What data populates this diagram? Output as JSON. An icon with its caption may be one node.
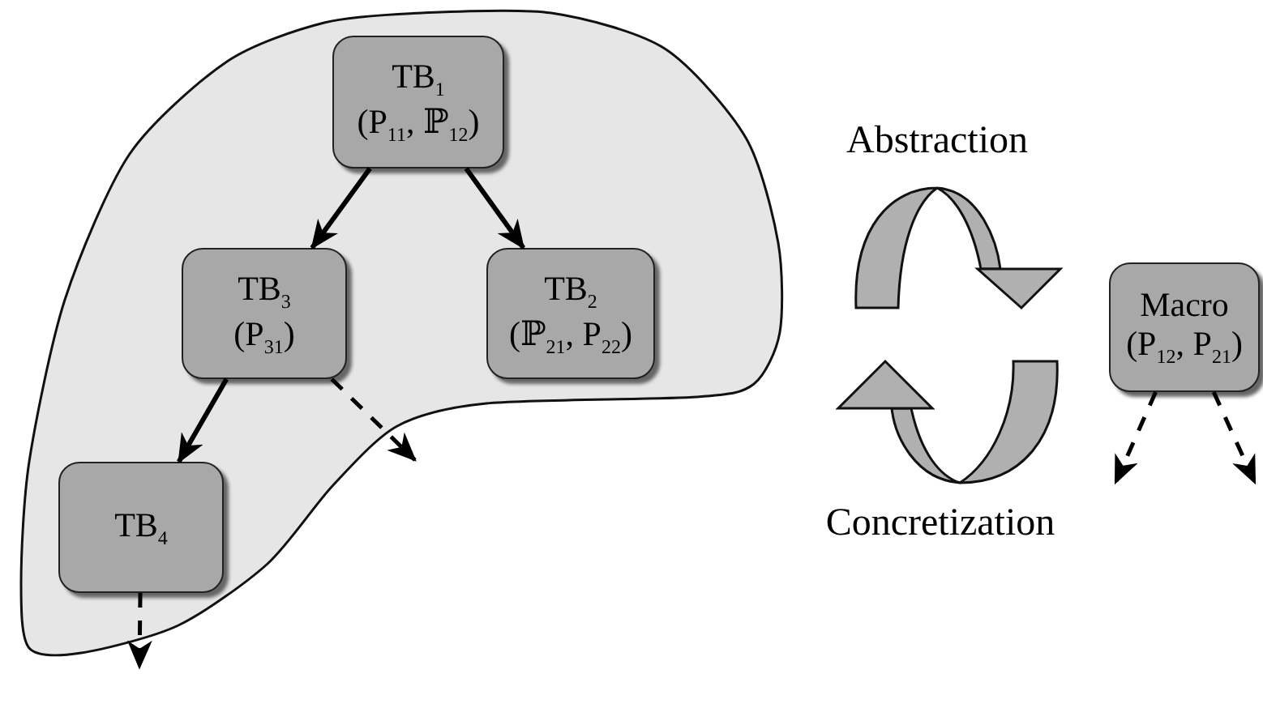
{
  "diagram": {
    "nodes": [
      {
        "text": [],
        "shape": "blob"
      },
      {
        "text": [
          "TB$_{1}$",
          "(P$_{11}$, ℙ$_{12}$)"
        ],
        "in": 0
      },
      {
        "text": [
          "TB$_{3}$",
          "(P$_{31}$)"
        ],
        "in": 0
      },
      {
        "text": [
          "TB$_{2}$",
          "(ℙ$_{21}$, P$_{22}$)"
        ],
        "in": 0
      },
      {
        "text": [
          "TB$_{4}$"
        ],
        "in": 0
      },
      {
        "text": [
          "Macro",
          "(P$_{12}$, P$_{21}$)"
        ]
      }
    ],
    "edges": [
      {
        "from": 1,
        "to": 2,
        "arrow": "to"
      },
      {
        "from": 1,
        "to": 3,
        "arrow": "to"
      },
      {
        "from": 2,
        "to": 4,
        "arrow": "to"
      },
      {
        "from": 2,
        "to": null,
        "arrow": "to",
        "style": "dashed"
      },
      {
        "from": 4,
        "to": null,
        "arrow": "to",
        "style": "dashed"
      },
      {
        "from": 5,
        "to": null,
        "arrow": "to",
        "style": "dashed"
      },
      {
        "from": 5,
        "to": null,
        "arrow": "to",
        "style": "dashed"
      }
    ],
    "labels": [
      "Abstraction",
      "Concretization"
    ]
  }
}
